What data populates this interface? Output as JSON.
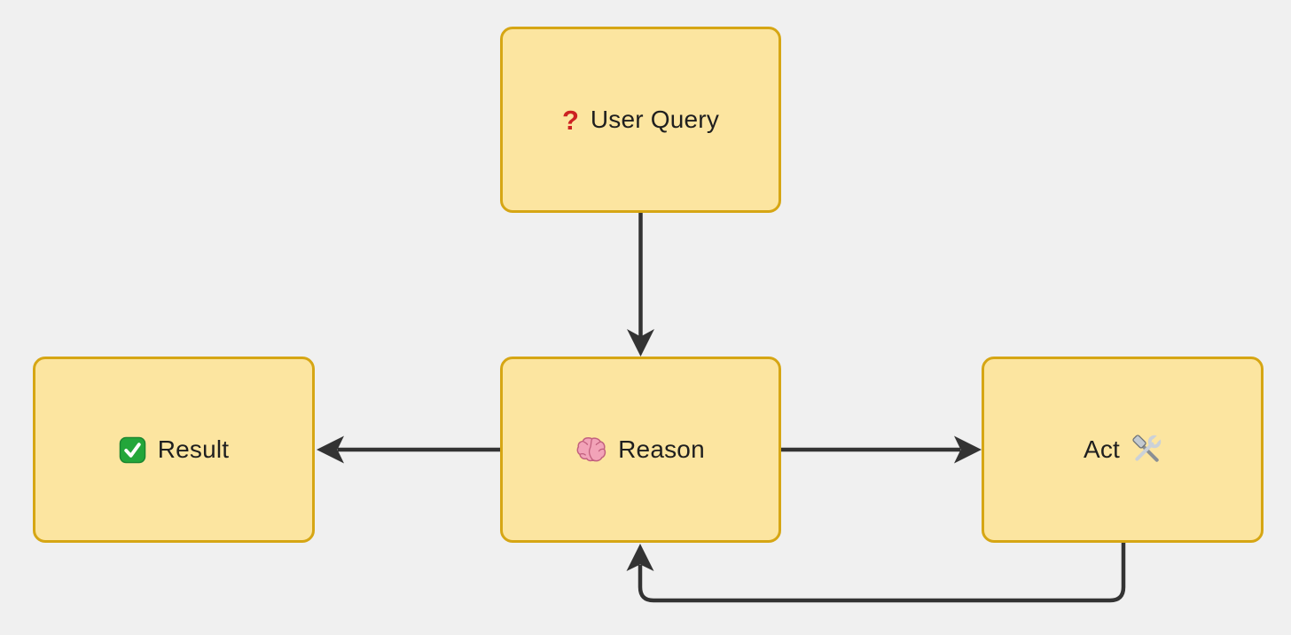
{
  "diagram": {
    "type": "flowchart",
    "description": "Agent loop: User Query feeds Reason; Reason emits Result or Act; Act loops back to Reason",
    "colors": {
      "background": "#F0F0F0",
      "node_fill": "#FCE5A0",
      "node_border": "#D6A614",
      "edge": "#333333",
      "text": "#1F1F1F",
      "question_red": "#CC2222",
      "check_green": "#23A63A"
    },
    "nodes": [
      {
        "id": "user-query",
        "label": "User Query",
        "icon": "question-mark-icon",
        "icon_glyph": "?",
        "icon_position": "before"
      },
      {
        "id": "reason",
        "label": "Reason",
        "icon": "brain-icon",
        "icon_position": "before"
      },
      {
        "id": "result",
        "label": "Result",
        "icon": "check-mark-icon",
        "icon_position": "before"
      },
      {
        "id": "act",
        "label": "Act",
        "icon": "hammer-and-wrench-icon",
        "icon_position": "after"
      }
    ],
    "edges": [
      {
        "from": "user-query",
        "to": "reason",
        "style": "straight-arrow-down"
      },
      {
        "from": "reason",
        "to": "result",
        "style": "straight-arrow-left"
      },
      {
        "from": "reason",
        "to": "act",
        "style": "straight-arrow-right"
      },
      {
        "from": "act",
        "to": "reason",
        "style": "loop-under-arrow-up"
      }
    ]
  }
}
